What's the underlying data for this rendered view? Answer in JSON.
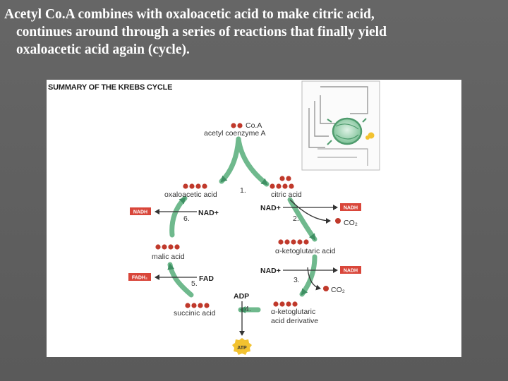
{
  "slide": {
    "title_lines": [
      "Acetyl Co.A combines with oxaloacetic acid to make citric acid,",
      "continues around through a series of reactions that finally yield",
      "oxaloacetic acid again (cycle)."
    ]
  },
  "figure": {
    "title": "SUMMARY OF THE KREBS CYCLE",
    "entry": {
      "line1": "Co.A",
      "line2": "acetyl coenzyme A"
    },
    "compounds": {
      "oxaloacetic": "oxaloacetic acid",
      "citric": "citric acid",
      "alpha_kg": "α-ketoglutaric acid",
      "alpha_kg_deriv1": "α-ketoglutaric",
      "alpha_kg_deriv2": "acid derivative",
      "succinic": "succinic acid",
      "malic": "malic acid"
    },
    "steps": [
      "1.",
      "2.",
      "3.",
      "4.",
      "5.",
      "6."
    ],
    "cofactors": {
      "nad_plus": "NAD+",
      "nadh": "NADH",
      "fad": "FAD",
      "fadh2": "FADH₂",
      "co2": "CO₂",
      "adp": "ADP",
      "atp": "ATP"
    },
    "colors": {
      "arrow": "#6fb98d",
      "arrow_dark": "#3f8f63",
      "carbon": "#c0392b",
      "badge": "#d9463a",
      "atp": "#f2c230"
    }
  }
}
